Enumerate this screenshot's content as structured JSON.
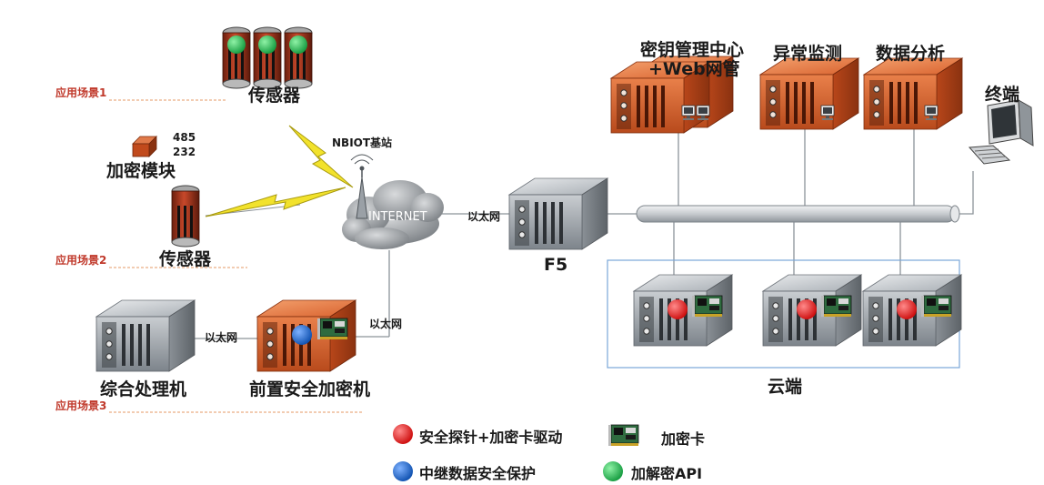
{
  "scenes": [
    "应用场景1",
    "应用场景2",
    "应用场景3"
  ],
  "sensors": {
    "top_label": "传感器",
    "bottom_label": "传感器"
  },
  "encrypt_module": {
    "label": "加密模块",
    "port_485": "485",
    "port_232": "232"
  },
  "network": {
    "nbiot_label": "NBIOT基站",
    "internet_label": "INTERNET",
    "eth_internet_f5": "以太网",
    "eth_front_internet": "以太网",
    "eth_host_front": "以太网"
  },
  "devices": {
    "f5": "F5",
    "host": "综合处理机",
    "front_encryptor": "前置安全加密机",
    "terminal": "终端",
    "key_center_line1": "密钥管理中心",
    "key_center_line2": "+Web网管",
    "anomaly": "异常监测",
    "analytics": "数据分析"
  },
  "cloud": {
    "label": "云端"
  },
  "legend": {
    "probe": "安全探针+加密卡驱动",
    "card": "加密卡",
    "relay": "中继数据安全保护",
    "api": "加解密API"
  },
  "colors": {
    "probe": "#e01818",
    "relay": "#1560bd",
    "api": "#1fa84a",
    "orange_server": "#d9632f",
    "grey_server": "#9aa0a6",
    "scene_text": "#c0392b"
  }
}
